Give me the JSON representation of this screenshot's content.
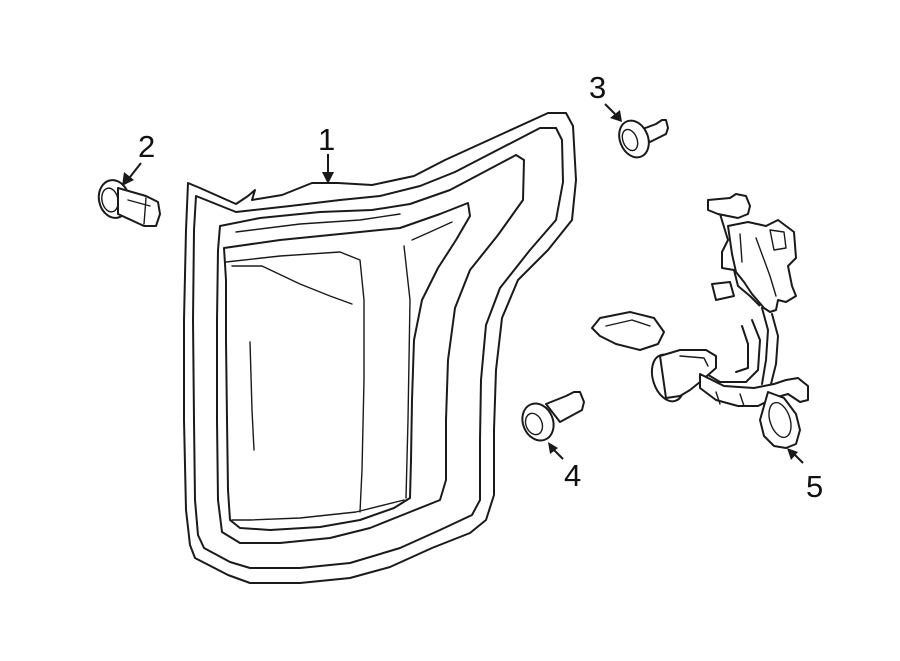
{
  "diagram": {
    "callouts": [
      {
        "id": "1",
        "label": "1"
      },
      {
        "id": "2",
        "label": "2"
      },
      {
        "id": "3",
        "label": "3"
      },
      {
        "id": "4",
        "label": "4"
      },
      {
        "id": "5",
        "label": "5"
      }
    ],
    "parts": [
      {
        "ref": "1",
        "icon": "tail-lamp-assembly-icon"
      },
      {
        "ref": "2",
        "icon": "push-pin-fastener-icon"
      },
      {
        "ref": "3",
        "icon": "push-pin-fastener-icon"
      },
      {
        "ref": "4",
        "icon": "push-pin-fastener-icon"
      },
      {
        "ref": "5",
        "icon": "bulb-socket-wiring-harness-icon"
      }
    ],
    "colors": {
      "line": "#1a1a1a",
      "background": "#ffffff"
    }
  }
}
